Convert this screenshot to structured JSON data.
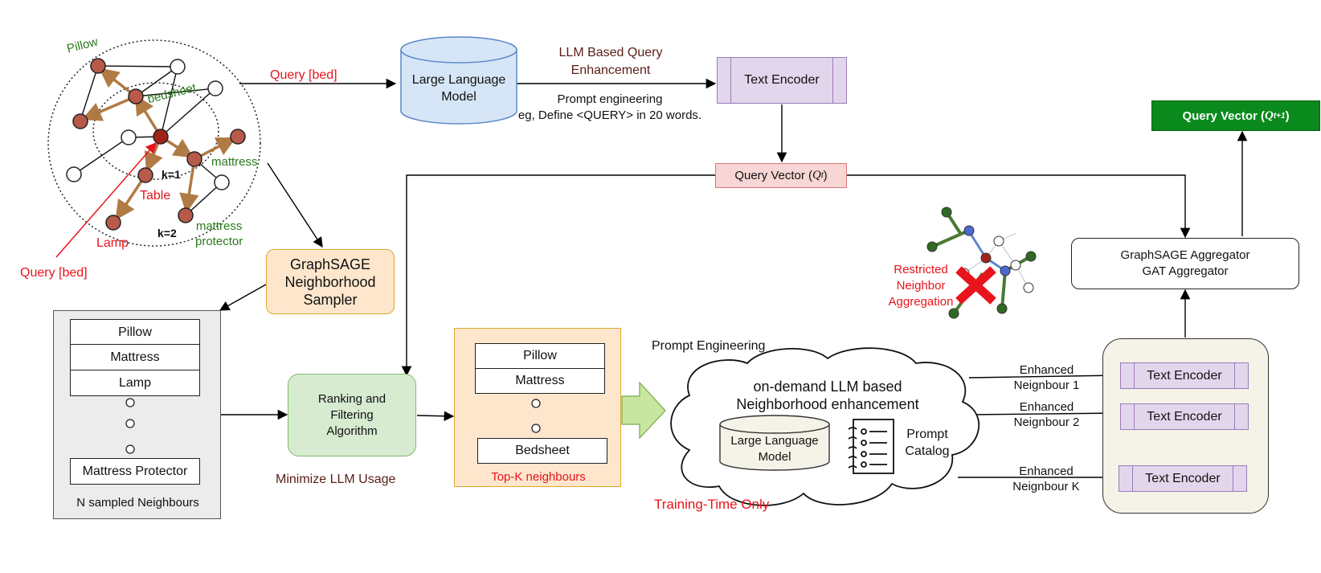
{
  "graph": {
    "labels": {
      "pillow": "Pillow",
      "bedsheet": "bedsheet",
      "mattress": "mattress",
      "mattress_protector_l1": "mattress",
      "mattress_protector_l2": "protector",
      "table": "Table",
      "lamp": "Lamp",
      "k1": "k=1",
      "k2": "k=2"
    },
    "query_in_label": "Query [bed]"
  },
  "top": {
    "query_arrow_label": "Query [bed]",
    "llm": {
      "line1": "Large Language",
      "line2": "Model"
    },
    "enhancement_title": {
      "line1": "LLM Based Query",
      "line2": "Enhancement"
    },
    "prompt_text": {
      "line1": "Prompt engineering",
      "line2": "eg, Define <QUERY> in 20 words."
    },
    "text_encoder": "Text Encoder",
    "query_vector_t": "Query Vector (",
    "query_vector_t1": "Query Vector ("
  },
  "sampler": {
    "line1": "GraphSAGE",
    "line2": "Neighborhood",
    "line3": "Sampler"
  },
  "sampled": {
    "items": [
      "Pillow",
      "Mattress",
      "Lamp"
    ],
    "last": "Mattress Protector",
    "caption": "N sampled Neighbours"
  },
  "ranking": {
    "line1": "Ranking and",
    "line2": "Filtering",
    "line3": "Algorithm",
    "caption": "Minimize LLM Usage"
  },
  "topk": {
    "items": [
      "Pillow",
      "Mattress"
    ],
    "last": "Bedsheet",
    "caption": "Top-K neighbours"
  },
  "prompt_panel": {
    "title": "Prompt Engineering",
    "cloud_line1": "on-demand LLM based",
    "cloud_line2": "Neighborhood enhancement",
    "llm_line1": "Large Language",
    "llm_line2": "Model",
    "catalog_line1": "Prompt",
    "catalog_line2": "Catalog",
    "footer": "Training-Time Only"
  },
  "restricted": {
    "line1": "Restricted",
    "line2": "Neighbor",
    "line3": "Aggregation"
  },
  "aggregator": {
    "line1": "GraphSAGE Aggregator",
    "line2": "GAT Aggregator"
  },
  "enhanced": [
    {
      "line1": "Enhanced",
      "line2": "Neignbour 1",
      "encoder": "Text Encoder"
    },
    {
      "line1": "Enhanced",
      "line2": "Neignbour 2",
      "encoder": "Text Encoder"
    },
    {
      "line1": "Enhanced",
      "line2": "Neignbour K",
      "encoder": "Text Encoder"
    }
  ],
  "colors": {
    "query_red": "#e8141c",
    "label_green": "#2a7a1c",
    "llm_fill": "#d6e6f7",
    "encoder_fill": "#e2d6ec",
    "query_vector_fill": "#f8d6d6",
    "output_fill": "#0a8a1c",
    "sampler_fill": "#fde6cc",
    "ranking_fill": "#d6ebd0",
    "prompt_panel_fill": "#d6ebd0",
    "arrow_fill": "#c8e6a0"
  }
}
